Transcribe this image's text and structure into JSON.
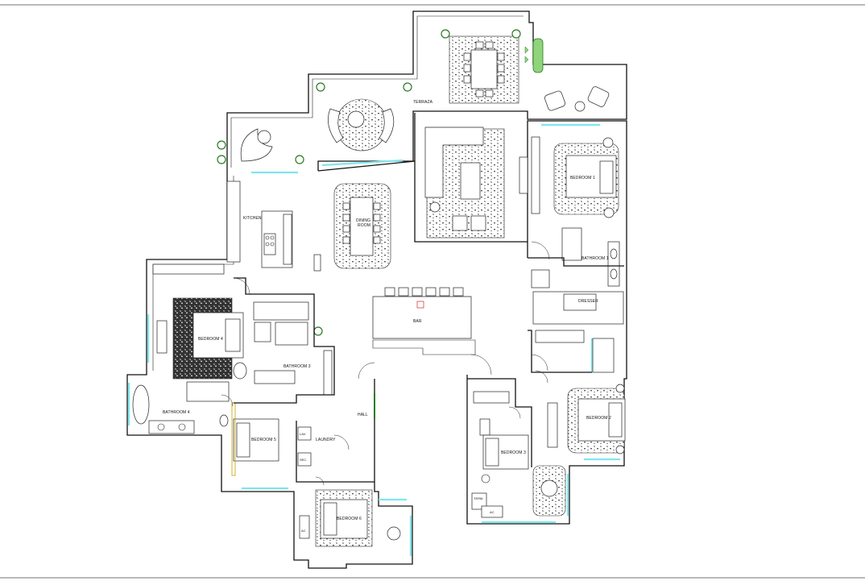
{
  "rooms": {
    "terraza": "TERRAZA",
    "kitchen": "KITCHEN",
    "dining_line1": "DINING",
    "dining_line2": "ROOM",
    "bedroom1": "BEDROOM 1",
    "bathroom1": "BATHROOM 1",
    "dresser": "DRESSER",
    "bedroom4": "BEDROOM 4",
    "bathroom3": "BATHROOM 3",
    "bathroom4": "BATHROOM 4",
    "bar": "BAR",
    "hall": "HALL",
    "bedroom5": "BEDROOM 5",
    "laundry": "LAUNDRY",
    "lav": "LAV.",
    "sec": "SEC.",
    "bedroom2": "BEDROOM 2",
    "bedroom3": "BEDROOM 3",
    "bedroom6": "BEDROOM 6",
    "ac": "AC",
    "term": "TERM."
  },
  "colors": {
    "walls": "#111111",
    "glazing": "#7fe6ee",
    "planting": "#2a7a22",
    "hedge": "#8fd47a",
    "rug_pattern": "#1a1a1a"
  }
}
